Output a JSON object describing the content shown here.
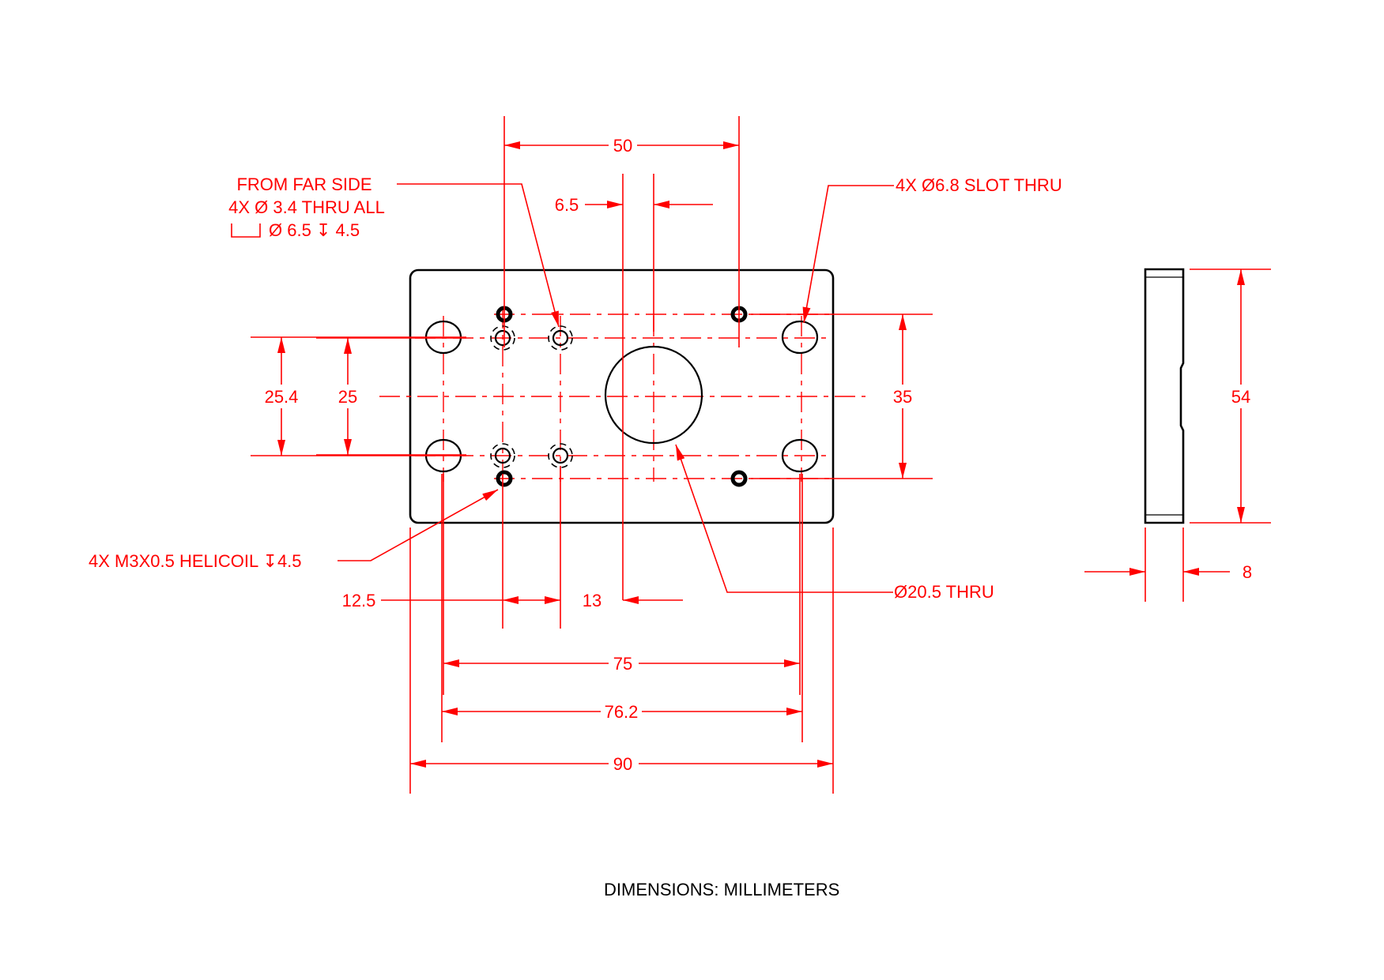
{
  "dims": {
    "d50": "50",
    "d6_5": "6.5",
    "d25_4": "25.4",
    "d25": "25",
    "d35": "35",
    "d54": "54",
    "d12_5": "12.5",
    "d13": "13",
    "d75": "75",
    "d76_2": "76.2",
    "d90": "90",
    "d8": "8"
  },
  "notes": {
    "far_side_1": "FROM FAR SIDE",
    "far_side_2": "4X  Ø  3.4 THRU ALL",
    "far_side_3": "Ø  6.5  ↧  4.5",
    "slot": "4X  Ø6.8 SLOT THRU",
    "helicoil": "4X M3X0.5 HELICOIL ↧4.5",
    "center_hole": "Ø20.5 THRU"
  },
  "footer": {
    "units": "DIMENSIONS:  MILLIMETERS"
  },
  "colors": {
    "dimension": "#ff0000",
    "part": "#000000"
  }
}
